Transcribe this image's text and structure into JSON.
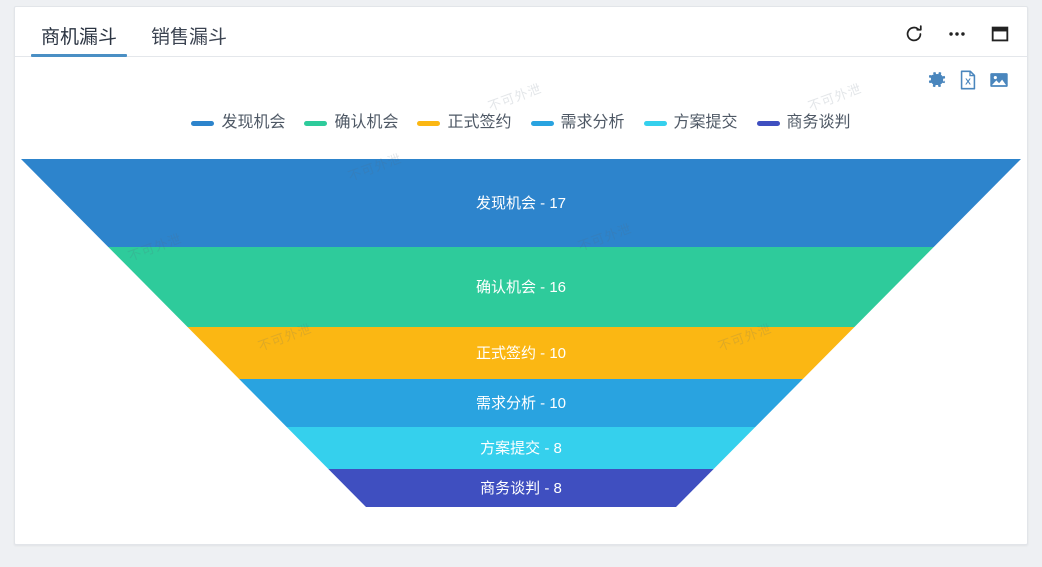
{
  "window": {
    "background": "#eef0f3",
    "card_background": "#ffffff"
  },
  "header": {
    "tabs": [
      {
        "label": "商机漏斗",
        "active": true
      },
      {
        "label": "销售漏斗",
        "active": false
      }
    ],
    "actions": [
      {
        "name": "refresh-icon",
        "title": "刷新"
      },
      {
        "name": "more-icon",
        "title": "更多"
      },
      {
        "name": "maximize-icon",
        "title": "最大化"
      }
    ]
  },
  "toolbar": {
    "items": [
      {
        "name": "gear-icon",
        "title": "设置",
        "color": "#4a86bd"
      },
      {
        "name": "excel-export-icon",
        "title": "导出Excel",
        "color": "#4a86bd"
      },
      {
        "name": "image-export-icon",
        "title": "导出图片",
        "color": "#4a86bd"
      }
    ]
  },
  "watermark": {
    "text": "不可外泄",
    "color": "rgba(90,105,125,0.17)"
  },
  "chart_data": {
    "type": "funnel",
    "title": "商机漏斗",
    "legend_position": "top",
    "categories": [
      "发现机会",
      "确认机会",
      "正式签约",
      "需求分析",
      "方案提交",
      "商务谈判"
    ],
    "values": [
      17,
      16,
      10,
      10,
      8,
      8
    ],
    "colors": [
      "#2d84cc",
      "#2ecb9b",
      "#fbb713",
      "#29a3e0",
      "#35d0ed",
      "#3f4fc0"
    ],
    "labels": [
      "发现机会 - 17",
      "确认机会 - 16",
      "正式签约 - 10",
      "需求分析 - 10",
      "方案提交 - 8",
      "商务谈判 - 8"
    ],
    "label_separator": " - ",
    "label_color": "#ffffff",
    "segment_heights": [
      88,
      80,
      52,
      48,
      42,
      38
    ],
    "top_width": 1000,
    "bottom_width": 310
  }
}
